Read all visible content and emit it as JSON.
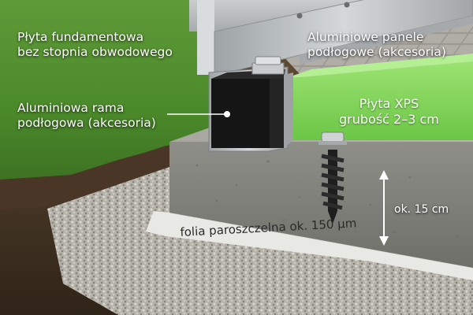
{
  "labels": {
    "slab_line1": "Płyta fundamentowa",
    "slab_line2": "bez stopnia obwodowego",
    "panels_line1": "Aluminiowe panele",
    "panels_line2": "podłogowe (akcesoria)",
    "frame_line1": "Aluminiowa rama",
    "frame_line2": "podłogowa (akcesoria)",
    "xps_line1": "Płyta XPS",
    "xps_line2": "grubość 2–3 cm",
    "height": "ok. 15 cm",
    "foil": "folia paroszczelna ok. 150 μm"
  },
  "colors": {
    "grass": "#4f8a2e",
    "soil": "#5a4330",
    "gravel": "#b9b6ad",
    "concrete": "#8a8a84",
    "xps_green": "#7fd35a",
    "foil": "#e6e6e3",
    "aluminium": "#b8bcbd",
    "frame_black": "#141414"
  }
}
